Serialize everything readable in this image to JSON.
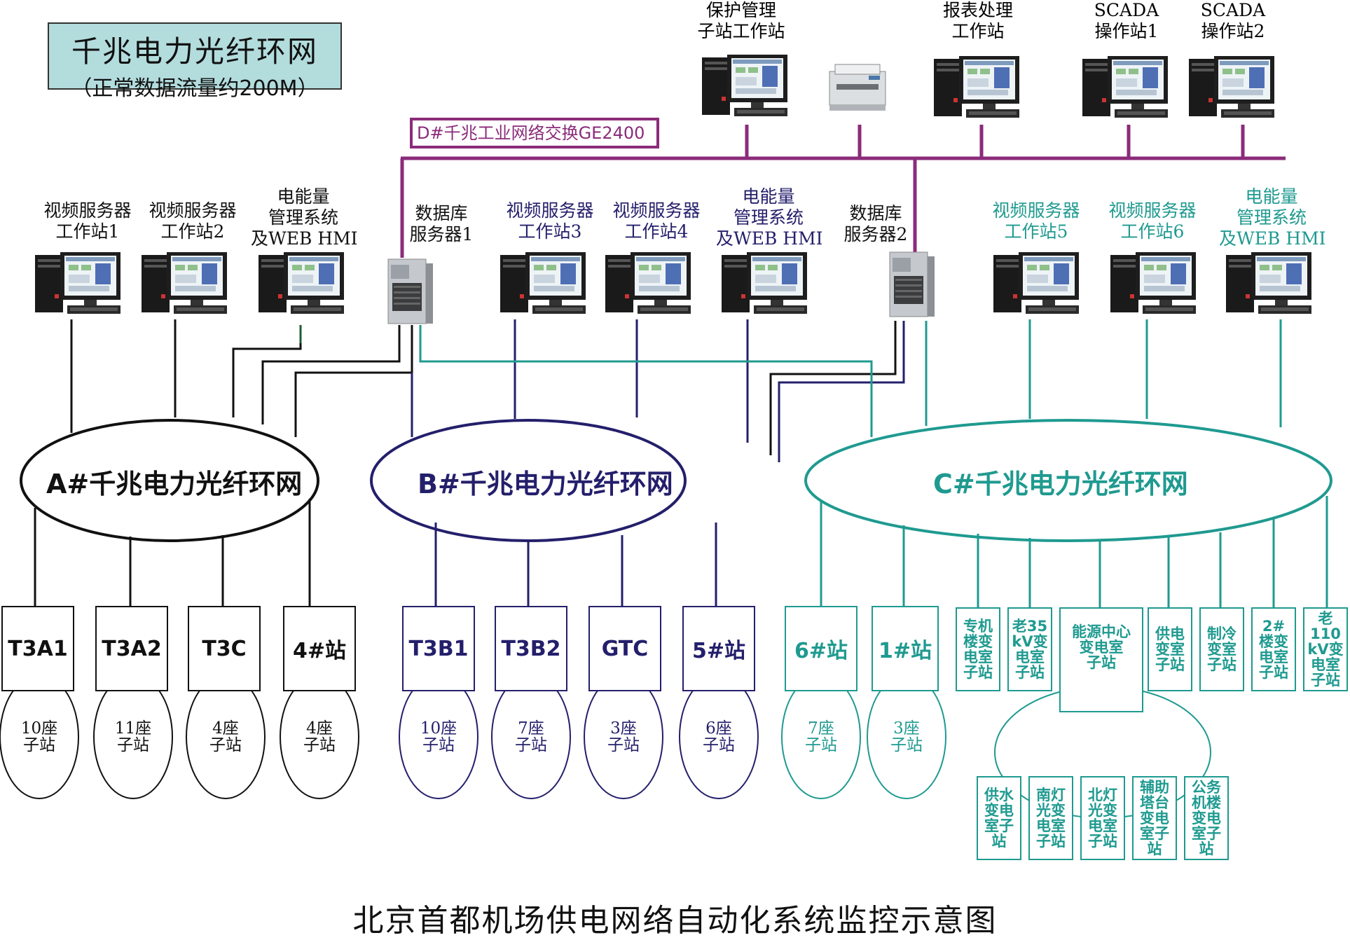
{
  "title": {
    "line1": "千兆电力光纤环网",
    "line2": "（正常数据流量约200M）"
  },
  "switch_label": "D#千兆工业网络交换GE2400",
  "top_devices": [
    {
      "l1": "保护管理",
      "l2": "子站工作站"
    },
    {
      "l1": "报表处理",
      "l2": "工作站"
    },
    {
      "l1": "SCADA",
      "l2": "操作站1"
    },
    {
      "l1": "SCADA",
      "l2": "操作站2"
    }
  ],
  "mid_devices": [
    {
      "l1": "视频服务器",
      "l2": "工作站1"
    },
    {
      "l1": "视频服务器",
      "l2": "工作站2"
    },
    {
      "l1": "电能量",
      "l2": "管理系统",
      "l3": "及WEB HMI"
    },
    {
      "l1": "数据库",
      "l2": "服务器1"
    },
    {
      "l1": "视频服务器",
      "l2": "工作站3"
    },
    {
      "l1": "视频服务器",
      "l2": "工作站4"
    },
    {
      "l1": "电能量",
      "l2": "管理系统",
      "l3": "及WEB HMI"
    },
    {
      "l1": "数据库",
      "l2": "服务器2"
    },
    {
      "l1": "视频服务器",
      "l2": "工作站5"
    },
    {
      "l1": "视频服务器",
      "l2": "工作站6"
    },
    {
      "l1": "电能量",
      "l2": "管理系统",
      "l3": "及WEB HMI"
    }
  ],
  "rings": {
    "a": "A#千兆电力光纤环网",
    "b": "B#千兆电力光纤环网",
    "c": "C#千兆电力光纤环网"
  },
  "stations_a": [
    {
      "name": "T3A1",
      "sub1": "10座",
      "sub2": "子站"
    },
    {
      "name": "T3A2",
      "sub1": "11座",
      "sub2": "子站"
    },
    {
      "name": "T3C",
      "sub1": "4座",
      "sub2": "子站"
    },
    {
      "name": "4#站",
      "sub1": "4座",
      "sub2": "子站"
    }
  ],
  "stations_b": [
    {
      "name": "T3B1",
      "sub1": "10座",
      "sub2": "子站"
    },
    {
      "name": "T3B2",
      "sub1": "7座",
      "sub2": "子站"
    },
    {
      "name": "GTC",
      "sub1": "3座",
      "sub2": "子站"
    },
    {
      "name": "5#站",
      "sub1": "6座",
      "sub2": "子站"
    }
  ],
  "stations_c": [
    {
      "name": "6#站",
      "sub1": "7座",
      "sub2": "子站"
    },
    {
      "name": "1#站",
      "sub1": "3座",
      "sub2": "子站"
    }
  ],
  "c_vertical": [
    {
      "lines": [
        "专机",
        "楼变",
        "电室",
        "子站"
      ]
    },
    {
      "lines": [
        "老35",
        "kV变",
        "电室",
        "子站"
      ]
    },
    {
      "lines": [
        "能源中心",
        "变电室",
        "子站"
      ]
    },
    {
      "lines": [
        "供电",
        "变室",
        "子站"
      ]
    },
    {
      "lines": [
        "制冷",
        "变室",
        "子站"
      ]
    },
    {
      "lines": [
        "2#",
        "楼变",
        "电室",
        "子站"
      ]
    },
    {
      "lines": [
        "老110",
        "kV变",
        "电室",
        "子站"
      ]
    }
  ],
  "energy_subs": [
    {
      "lines": [
        "供水",
        "变电",
        "室子",
        "站"
      ]
    },
    {
      "lines": [
        "南灯",
        "光变",
        "电室",
        "子站"
      ]
    },
    {
      "lines": [
        "北灯",
        "光变",
        "电室",
        "子站"
      ]
    },
    {
      "lines": [
        "辅助",
        "塔台",
        "变电",
        "室子",
        "站"
      ]
    },
    {
      "lines": [
        "公务",
        "机楼",
        "变电",
        "室子",
        "站"
      ]
    }
  ],
  "caption": "北京首都机场供电网络自动化系统监控示意图",
  "colors": {
    "a": "#111111",
    "b": "#241f6b",
    "c": "#1f9a90",
    "switch": "#8b2b7a",
    "title_bg": "#b3dcdd"
  }
}
